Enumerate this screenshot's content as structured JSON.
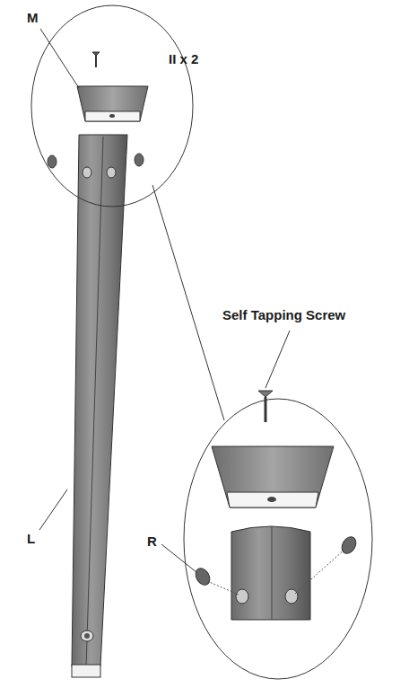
{
  "diagram": {
    "labels": [
      "M",
      "II x 2",
      "Self Tapping Screw",
      "L",
      "R"
    ]
  }
}
